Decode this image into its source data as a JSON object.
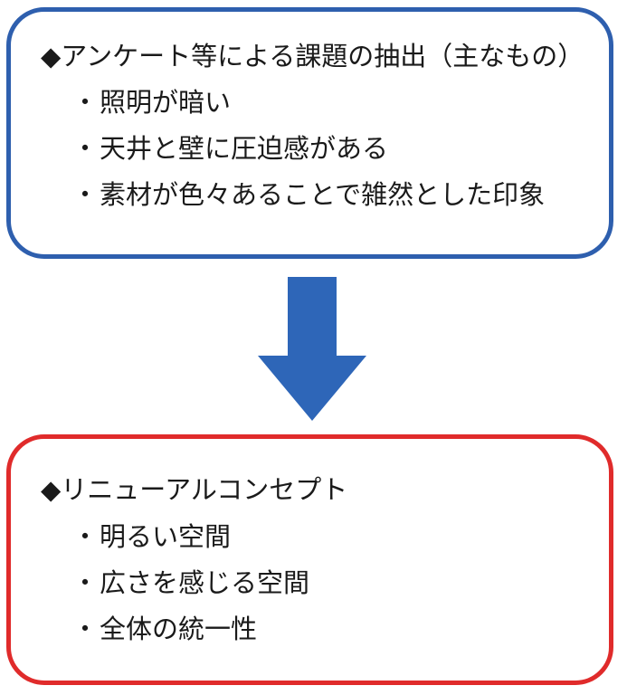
{
  "top_box": {
    "heading": "◆アンケート等による課題の抽出（主なもの）",
    "items": [
      "照明が暗い",
      "天井と壁に圧迫感がある",
      "素材が色々あることで雑然とした印象"
    ],
    "border_color": "#2e5fae"
  },
  "arrow": {
    "direction": "down",
    "color": "#2e66b8"
  },
  "bottom_box": {
    "heading": "◆リニューアルコンセプト",
    "items": [
      "明るい空間",
      "広さを感じる空間",
      "全体の統一性"
    ],
    "border_color": "#e02b2b"
  }
}
